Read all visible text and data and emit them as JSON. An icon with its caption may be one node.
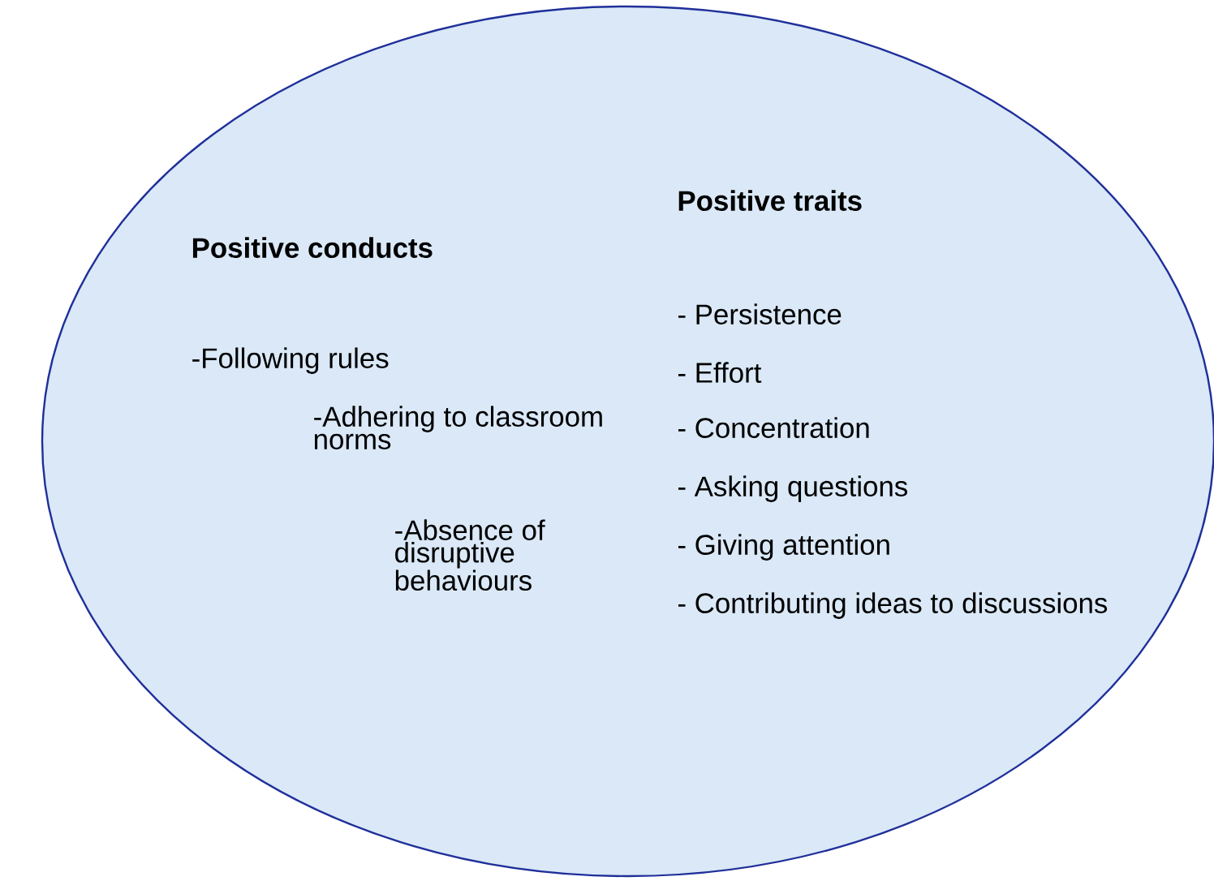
{
  "diagram": {
    "nodes": [
      {
        "text": [
          "Positive conducts",
          "-Following rules",
          "-Adhering to classroom norms",
          "-Absence of disruptive behaviours",
          "Positive traits",
          "- Persistence",
          "- Effort",
          "- Concentration",
          "- Asking questions",
          "- Giving attention",
          "- Contributing ideas to discussions"
        ]
      }
    ]
  }
}
